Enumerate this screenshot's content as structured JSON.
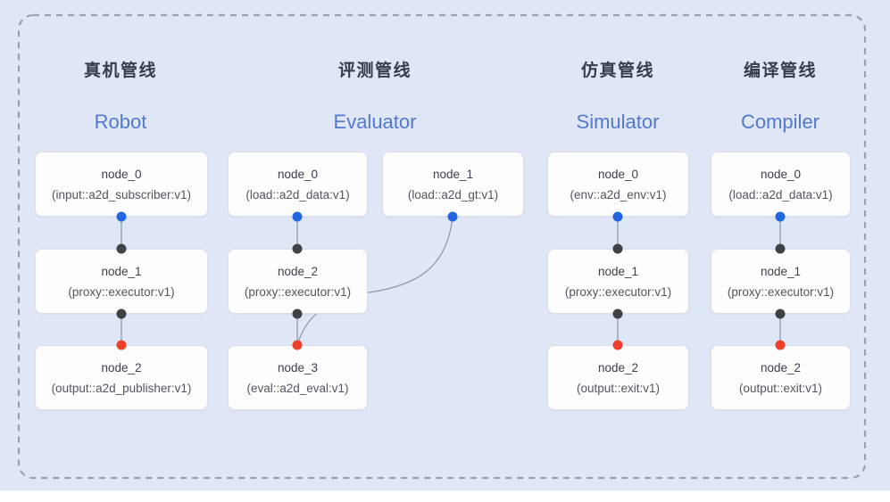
{
  "page": {
    "background": "#ffffff"
  },
  "panel": {
    "background": "#dfe6f6",
    "border_color": "#98a1b2"
  },
  "colors": {
    "dot_blue": "#1f66e0",
    "dot_dark": "#3e4145",
    "dot_red": "#ee3e2c",
    "edge": "#909cb2",
    "header_text": "#353c4b",
    "subtitle_text": "#5478cf",
    "node_name_text": "#3c414d",
    "node_type_text": "#51565f",
    "node_bg": "#fdfdfe",
    "node_border": "#dcdfe7"
  },
  "pipelines": [
    {
      "title": "真机管线",
      "subtitle": "Robot",
      "nodes": [
        {
          "name": "node_0",
          "type": "(input::a2d_subscriber:v1)"
        },
        {
          "name": "node_1",
          "type": "(proxy::executor:v1)"
        },
        {
          "name": "node_2",
          "type": "(output::a2d_publisher:v1)"
        }
      ]
    },
    {
      "title": "评测管线",
      "subtitle": "Evaluator",
      "nodes": [
        {
          "name": "node_0",
          "type": "(load::a2d_data:v1)"
        },
        {
          "name": "node_1",
          "type": "(load::a2d_gt:v1)"
        },
        {
          "name": "node_2",
          "type": "(proxy::executor:v1)"
        },
        {
          "name": "node_3",
          "type": "(eval::a2d_eval:v1)"
        }
      ]
    },
    {
      "title": "仿真管线",
      "subtitle": "Simulator",
      "nodes": [
        {
          "name": "node_0",
          "type": "(env::a2d_env:v1)"
        },
        {
          "name": "node_1",
          "type": "(proxy::executor:v1)"
        },
        {
          "name": "node_2",
          "type": "(output::exit:v1)"
        }
      ]
    },
    {
      "title": "编译管线",
      "subtitle": "Compiler",
      "nodes": [
        {
          "name": "node_0",
          "type": "(load::a2d_data:v1)"
        },
        {
          "name": "node_1",
          "type": "(proxy::executor:v1)"
        },
        {
          "name": "node_2",
          "type": "(output::exit:v1)"
        }
      ]
    }
  ]
}
